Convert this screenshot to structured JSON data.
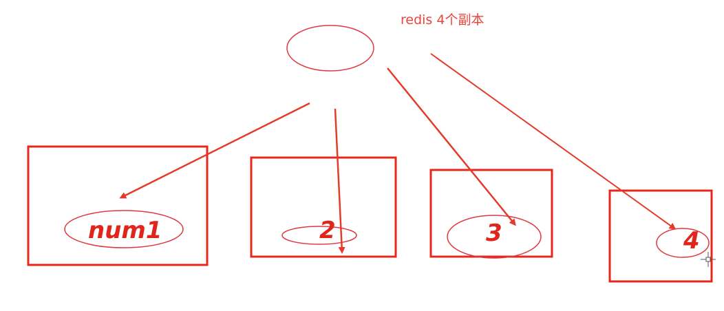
{
  "diagram": {
    "title": "redis 4个副本",
    "replicas": [
      {
        "label": "num1"
      },
      {
        "label": "2"
      },
      {
        "label": "3"
      },
      {
        "label": "4"
      }
    ],
    "colors": {
      "box_stroke": "#e8261c",
      "ellipse_stroke": "#e0373f",
      "arrow": "#e53a2a",
      "text": "#e0261c"
    }
  }
}
